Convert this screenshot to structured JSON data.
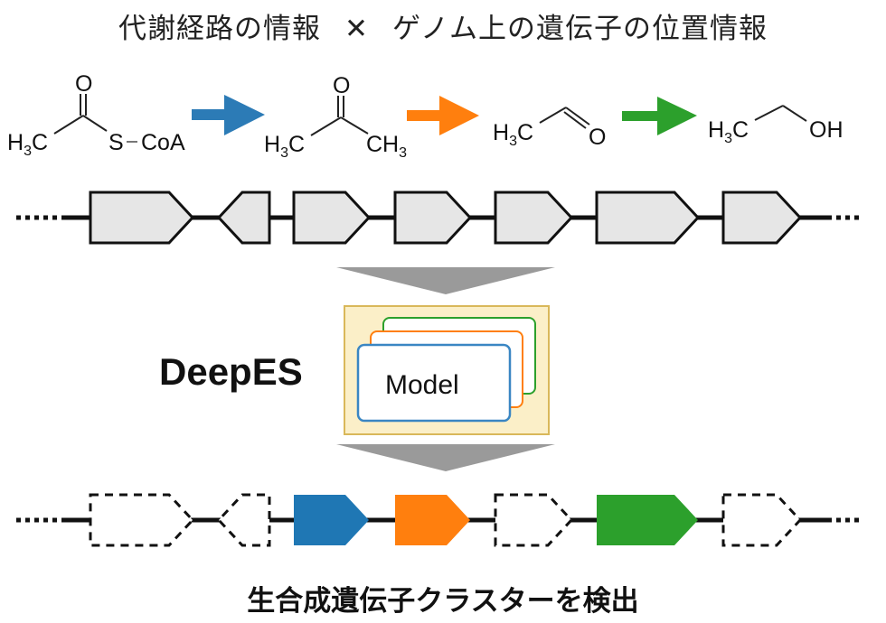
{
  "title": {
    "left": "代謝経路の情報",
    "operator": "✕",
    "right": "ゲノム上の遺伝子の位置情報"
  },
  "pathway": {
    "compounds": [
      {
        "name": "acetyl-CoA",
        "left_group": "H3C",
        "right_group": "S−CoA",
        "top_atom": "O"
      },
      {
        "name": "acetone",
        "left_group": "H3C",
        "right_group": "CH3",
        "top_atom": "O"
      },
      {
        "name": "acetaldehyde",
        "left_group": "H3C",
        "right_group": "O"
      },
      {
        "name": "ethanol",
        "left_group": "H3C",
        "right_group": "OH"
      }
    ],
    "arrows": [
      {
        "color": "#2c7bb6",
        "label": "blue-reaction-arrow"
      },
      {
        "color": "#ff7f0e",
        "label": "orange-reaction-arrow"
      },
      {
        "color": "#2ca02c",
        "label": "green-reaction-arrow"
      }
    ]
  },
  "genome_top": {
    "genes": [
      {
        "strand": "+",
        "fill": "#e6e6e6"
      },
      {
        "strand": "-",
        "fill": "#e6e6e6"
      },
      {
        "strand": "+",
        "fill": "#e6e6e6"
      },
      {
        "strand": "+",
        "fill": "#e6e6e6"
      },
      {
        "strand": "+",
        "fill": "#e6e6e6"
      },
      {
        "strand": "+",
        "fill": "#e6e6e6"
      },
      {
        "strand": "+",
        "fill": "#e6e6e6"
      }
    ]
  },
  "model": {
    "name": "DeepES",
    "label": "Model",
    "panel_color": "#fbefc8",
    "panel_border": "#d9b85a",
    "layer_colors": [
      "#2ca02c",
      "#ff7f0e",
      "#3a86c3"
    ]
  },
  "genome_bottom": {
    "genes": [
      {
        "strand": "+",
        "detected": false,
        "fill": "none"
      },
      {
        "strand": "-",
        "detected": false,
        "fill": "none"
      },
      {
        "strand": "+",
        "detected": true,
        "fill": "#1f77b4"
      },
      {
        "strand": "+",
        "detected": true,
        "fill": "#ff7f0e"
      },
      {
        "strand": "+",
        "detected": false,
        "fill": "none"
      },
      {
        "strand": "+",
        "detected": true,
        "fill": "#2ca02c"
      },
      {
        "strand": "+",
        "detected": false,
        "fill": "none"
      }
    ]
  },
  "footer": {
    "text": "生合成遺伝子クラスターを検出"
  }
}
